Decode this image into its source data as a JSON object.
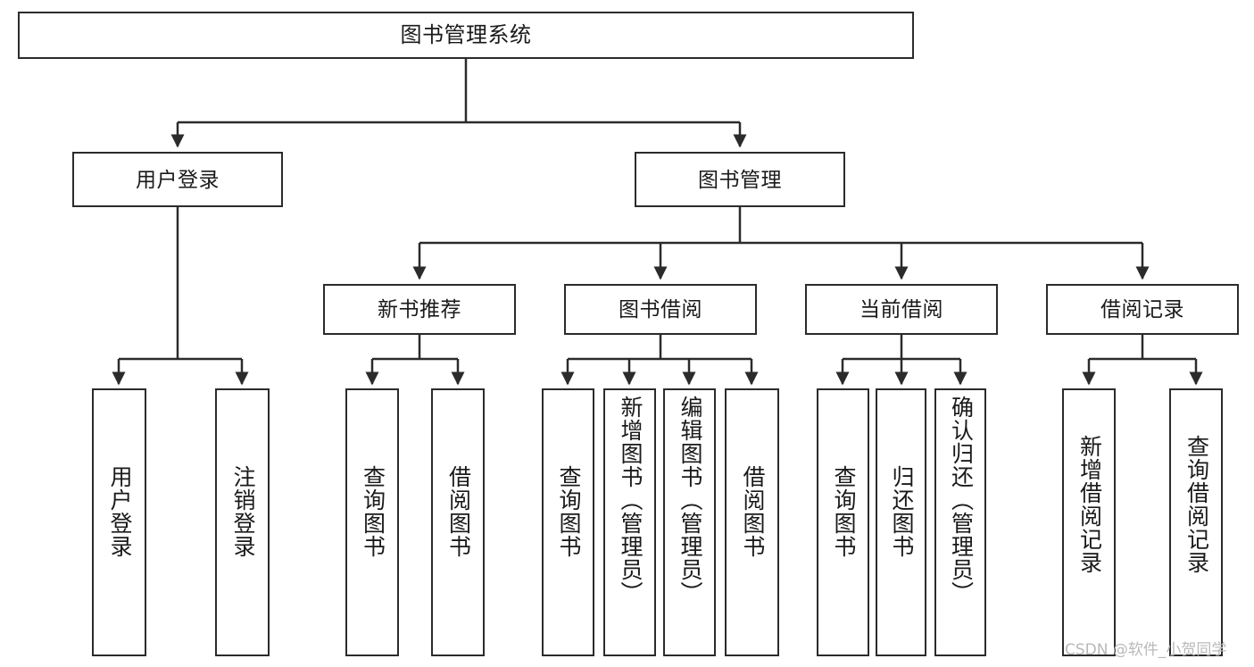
{
  "diagram": {
    "title": "图书管理系统",
    "type": "tree-hierarchy-diagram",
    "colors": {
      "box_border": "#2b2b2b",
      "box_fill": "#ffffff",
      "edge": "#2b2b2b",
      "background": "#ffffff",
      "watermark": "#b9b9b9"
    },
    "levels": [
      {
        "level": 0,
        "labels": [
          "图书管理系统"
        ]
      },
      {
        "level": 1,
        "labels": [
          "用户登录",
          "图书管理"
        ]
      },
      {
        "level": 2,
        "labels": [
          "新书推荐",
          "图书借阅",
          "当前借阅",
          "借阅记录"
        ]
      },
      {
        "level": 3,
        "labels": [
          "用户登录",
          "注销登录",
          "查询图书",
          "借阅图书",
          "查询图书",
          "新增图书（管理员）",
          "编辑图书（管理员）",
          "借阅图书",
          "查询图书",
          "归还图书",
          "确认归还（管理员）",
          "新增借阅记录",
          "查询借阅记录"
        ]
      }
    ]
  },
  "nodes": {
    "root": {
      "label": "图书管理系统"
    },
    "user_login": {
      "label": "用户登录"
    },
    "book_manage": {
      "label": "图书管理"
    },
    "new_book_rec": {
      "label": "新书推荐"
    },
    "book_borrow": {
      "label": "图书借阅"
    },
    "current_borrow": {
      "label": "当前借阅"
    },
    "borrow_record": {
      "label": "借阅记录"
    },
    "leaf_user_login": {
      "label": "用户登录"
    },
    "leaf_user_logout": {
      "label": "注销登录"
    },
    "leaf_nbr_query": {
      "label": "查询图书"
    },
    "leaf_nbr_borrow": {
      "label": "借阅图书"
    },
    "leaf_bb_query": {
      "label": "查询图书"
    },
    "leaf_bb_add": {
      "label": "新增图书（管理员）"
    },
    "leaf_bb_edit": {
      "label": "编辑图书（管理员）"
    },
    "leaf_bb_borrow": {
      "label": "借阅图书"
    },
    "leaf_cb_query": {
      "label": "查询图书"
    },
    "leaf_cb_return": {
      "label": "归还图书"
    },
    "leaf_cb_confirm": {
      "label": "确认归还（管理员）"
    },
    "leaf_br_add": {
      "label": "新增借阅记录"
    },
    "leaf_br_query": {
      "label": "查询借阅记录"
    }
  },
  "watermark": {
    "text": "CSDN @软件_小贺同学"
  }
}
